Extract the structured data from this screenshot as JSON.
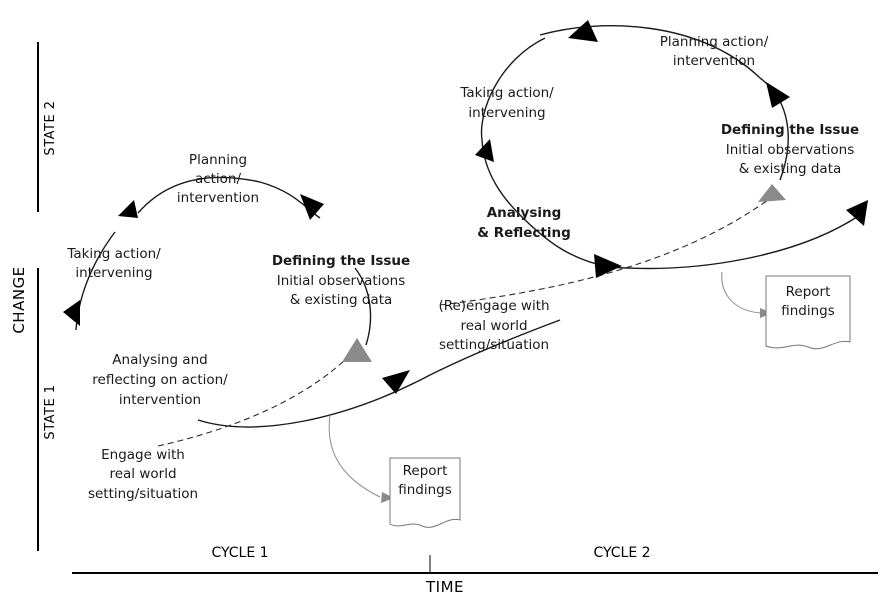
{
  "axes": {
    "vertical_label": "CHANGE",
    "horizontal_label": "TIME",
    "state_top": "STATE 2",
    "state_bottom": "STATE 1"
  },
  "cycles": [
    {
      "label": "CYCLE 1",
      "planning": [
        "Planning",
        "action/",
        "intervention"
      ],
      "taking_action": [
        "Taking action/",
        "intervening"
      ],
      "defining_title": "Defining the Issue",
      "defining_text": [
        "Initial observations",
        "& existing data"
      ],
      "analysing": [
        "Analysing and",
        "reflecting on action/",
        "intervention"
      ],
      "engage": [
        "Engage with",
        "real world",
        "setting/situation"
      ],
      "report": [
        "Report",
        "findings"
      ]
    },
    {
      "label": "CYCLE 2",
      "planning": [
        "Planning action/",
        "intervention"
      ],
      "taking_action": [
        "Taking action/",
        "intervening"
      ],
      "defining_title": "Defining the Issue",
      "defining_text": [
        "Initial observations",
        "& existing data"
      ],
      "analysing": [
        "Analysing",
        "& Reflecting"
      ],
      "engage": [
        "(Re)engage with",
        "real world",
        "setting/situation"
      ],
      "report": [
        "Report",
        "findings"
      ]
    }
  ]
}
